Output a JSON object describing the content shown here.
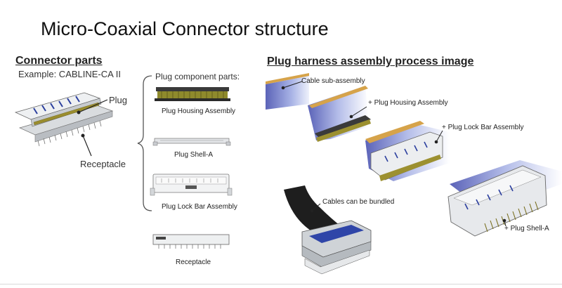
{
  "slide": {
    "title": "Micro-Coaxial Connector structure",
    "accent_color": "#e3101a",
    "accent_color_2": "#3a6fd8"
  },
  "connector_parts": {
    "heading": "Connector parts",
    "example": "Example: CABLINE-CA II",
    "plug_label": "Plug",
    "receptacle_label": "Receptacle",
    "component_heading": "Plug component parts:",
    "components": [
      "Plug Housing Assembly",
      "Plug Shell-A",
      "Plug Lock Bar Assembly"
    ],
    "receptacle_caption": "Receptacle"
  },
  "harness": {
    "heading": "Plug harness assembly process image",
    "steps": [
      "Cable sub-assembly",
      "+ Plug Housing Assembly",
      "+ Plug Lock Bar Assembly",
      "+ Plug Shell-A"
    ],
    "bundled_label": "Cables can be bundled"
  }
}
